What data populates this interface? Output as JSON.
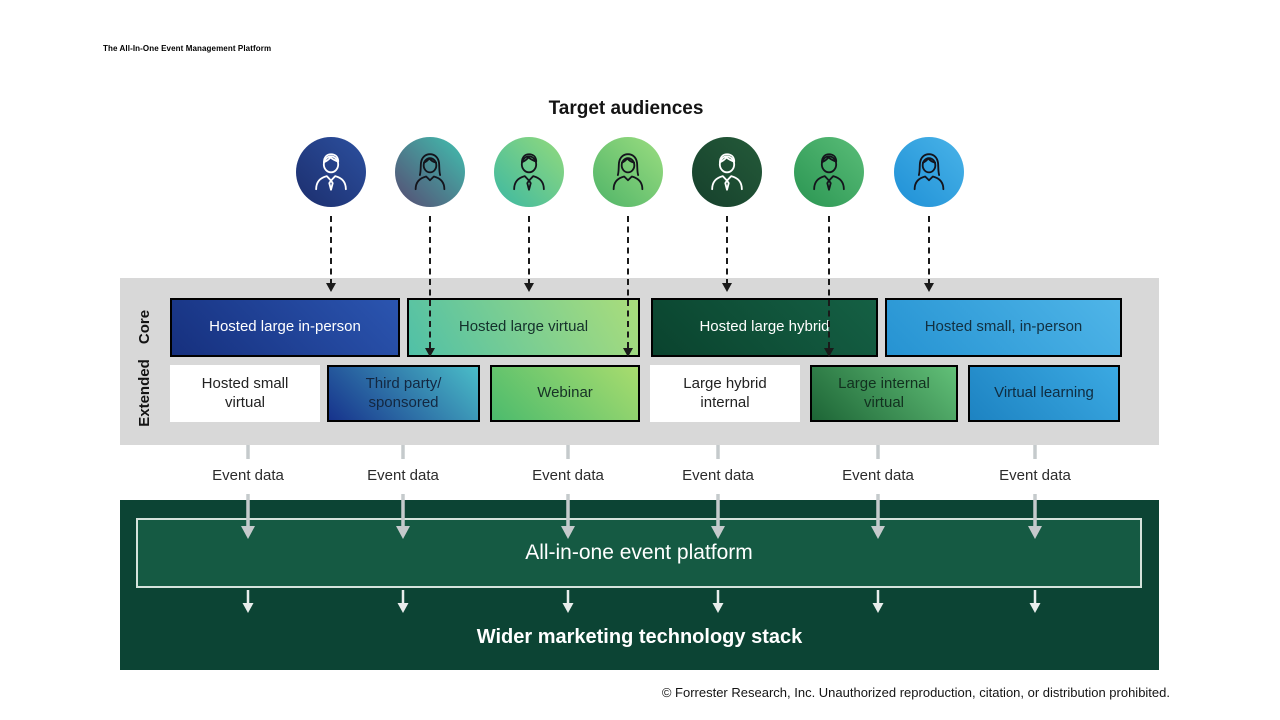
{
  "page": {
    "header_label": "The All-In-One Event Management Platform",
    "footer_text": "© Forrester Research, Inc. Unauthorized reproduction, citation, or distribution prohibited."
  },
  "audiences": {
    "title": "Target audiences",
    "avatars": [
      {
        "id": "avatar-1",
        "icon": "person-man-icon",
        "line_color": "#ffffff",
        "bg_from": "#1c2e6d",
        "bg_to": "#2c509f",
        "flows_to": "core"
      },
      {
        "id": "avatar-2",
        "icon": "person-woman-icon",
        "line_color": "#14141c",
        "bg_from": "#564a72",
        "bg_to": "#41c1b0",
        "flows_to": "extended"
      },
      {
        "id": "avatar-3",
        "icon": "person-man-icon",
        "line_color": "#14141c",
        "bg_from": "#3cb8a2",
        "bg_to": "#93da7c",
        "flows_to": "core"
      },
      {
        "id": "avatar-4",
        "icon": "person-woman-icon",
        "line_color": "#14141c",
        "bg_from": "#4fb468",
        "bg_to": "#9bdd80",
        "flows_to": "extended"
      },
      {
        "id": "avatar-5",
        "icon": "person-man-icon",
        "line_color": "#ffffff",
        "bg_from": "#16402c",
        "bg_to": "#245a39",
        "flows_to": "core"
      },
      {
        "id": "avatar-6",
        "icon": "person-man-icon",
        "line_color": "#14141c",
        "bg_from": "#2a9552",
        "bg_to": "#5abd78",
        "flows_to": "extended"
      },
      {
        "id": "avatar-7",
        "icon": "person-woman-icon",
        "line_color": "#14141c",
        "bg_from": "#1f90d6",
        "bg_to": "#49b3e8",
        "flows_to": "core"
      }
    ]
  },
  "band": {
    "row_labels": {
      "core": "Core",
      "extended": "Extended"
    },
    "core_boxes": [
      {
        "label": "Hosted large in-person",
        "text_color": "#ffffff",
        "bg_from": "#16307e",
        "bg_to": "#2b55b0"
      },
      {
        "label": "Hosted large virtual",
        "text_color": "#14312b",
        "bg_from": "#50c0a7",
        "bg_to": "#aadd7b"
      },
      {
        "label": "Hosted large hybrid",
        "text_color": "#ffffff",
        "bg_from": "#0a432e",
        "bg_to": "#156044"
      },
      {
        "label": "Hosted small, in-person",
        "text_color": "#123041",
        "bg_from": "#2693d2",
        "bg_to": "#4fb5e8"
      }
    ],
    "extended_boxes": [
      {
        "label": "Hosted small virtual",
        "text_color": "#222222",
        "bg_from": "#ffffff",
        "bg_to": "#ffffff"
      },
      {
        "label": "Third party/ sponsored",
        "text_color": "#132741",
        "bg_from": "#17338c",
        "bg_to": "#4abdc8"
      },
      {
        "label": "Webinar",
        "text_color": "#173226",
        "bg_from": "#4cbb6d",
        "bg_to": "#a8dc6e"
      },
      {
        "label": "Large hybrid internal",
        "text_color": "#222222",
        "bg_from": "#ffffff",
        "bg_to": "#ffffff"
      },
      {
        "label": "Large internal virtual",
        "text_color": "#12301f",
        "bg_from": "#1d6536",
        "bg_to": "#62c078"
      },
      {
        "label": "Virtual learning",
        "text_color": "#0f2c40",
        "bg_from": "#1d83c2",
        "bg_to": "#3ba9e2"
      }
    ]
  },
  "flows": {
    "labels": [
      "Event data",
      "Event data",
      "Event data",
      "Event data",
      "Event data",
      "Event data"
    ]
  },
  "platform": {
    "inner_label": "All-in-one event platform",
    "stack_label": "Wider marketing technology stack"
  },
  "colors": {
    "band_bg": "#d8d8d8",
    "stack_bg": "#0c4434",
    "platform_inner_bg": "#155a43",
    "platform_inner_border": "#d5e3dc",
    "event_arrow": "#c5cacc",
    "stack_arrow": "#e9edec",
    "dashed_arrow": "#1a1a1a"
  }
}
